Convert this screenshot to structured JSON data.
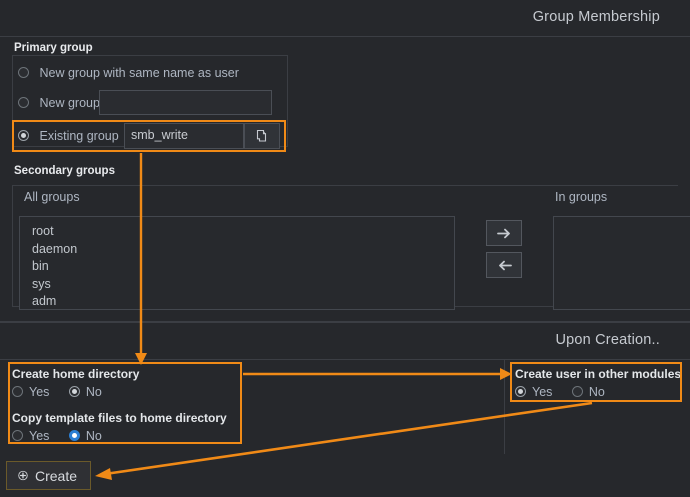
{
  "groupPanel": {
    "title": "Group Membership",
    "primary": {
      "legend": "Primary group",
      "options": [
        {
          "label": "New group with same name as user",
          "selected": false
        },
        {
          "label": "New group",
          "selected": false
        },
        {
          "label": "Existing group",
          "selected": true
        }
      ],
      "new_group_value": "",
      "existing_group_value": "smb_write",
      "picker_icon": "copy-pages-icon"
    },
    "secondary": {
      "legend": "Secondary groups",
      "all_groups_label": "All groups",
      "in_groups_label": "In groups",
      "all_groups": [
        "root",
        "daemon",
        "bin",
        "sys",
        "adm"
      ],
      "in_groups": [],
      "add_icon": "arrow-right-icon",
      "remove_icon": "arrow-left-icon"
    }
  },
  "creationPanel": {
    "title": "Upon Creation..",
    "home_directory": {
      "label": "Create home directory",
      "yes_label": "Yes",
      "no_label": "No",
      "selected": "No"
    },
    "copy_template": {
      "label": "Copy template files to home directory",
      "yes_label": "Yes",
      "no_label": "No",
      "selected": "No"
    },
    "other_modules": {
      "label": "Create user in other modules",
      "yes_label": "Yes",
      "no_label": "No",
      "selected": "Yes"
    }
  },
  "footer": {
    "create_label": "Create",
    "create_icon": "plus-circle-icon"
  },
  "colors": {
    "accent": "#f08a17",
    "radio_blue": "#2b7fd4",
    "background": "#26282c",
    "border": "#3b3e44"
  }
}
